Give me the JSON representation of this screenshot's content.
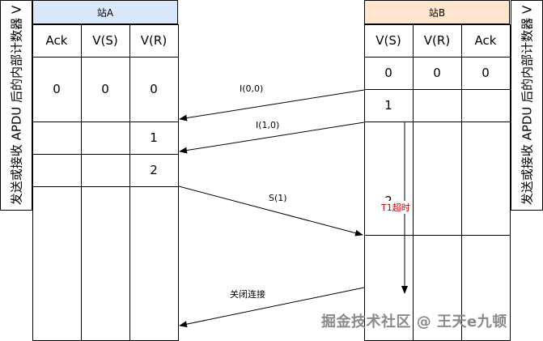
{
  "sidebar_left": {
    "label": "发送或接收 APDU 后的内部计数器 V"
  },
  "sidebar_right": {
    "label": "发送或接收 APDU 后的内部计数器 V"
  },
  "station_a": {
    "title": "站A",
    "header_color": "#dae8fc",
    "columns": [
      "Ack",
      "V(S)",
      "V(R)"
    ],
    "rows": [
      [
        "0",
        "0",
        "0"
      ],
      [
        "",
        "",
        "1"
      ],
      [
        "",
        "",
        "2"
      ]
    ]
  },
  "station_b": {
    "title": "站B",
    "header_color": "#ffe6cc",
    "columns": [
      "V(S)",
      "V(R)",
      "Ack"
    ],
    "rows": [
      [
        "0",
        "0",
        "0"
      ],
      [
        "1",
        "",
        ""
      ],
      [
        "2",
        "",
        ""
      ]
    ]
  },
  "messages": {
    "i00": "I(0,0)",
    "i10": "I(1,0)",
    "s1": "S(1)",
    "close": "关闭连接",
    "t1": "T1超时"
  },
  "timeout_color": "#cc0000",
  "watermark": "掘金技术社区 @ 王天e九顿"
}
